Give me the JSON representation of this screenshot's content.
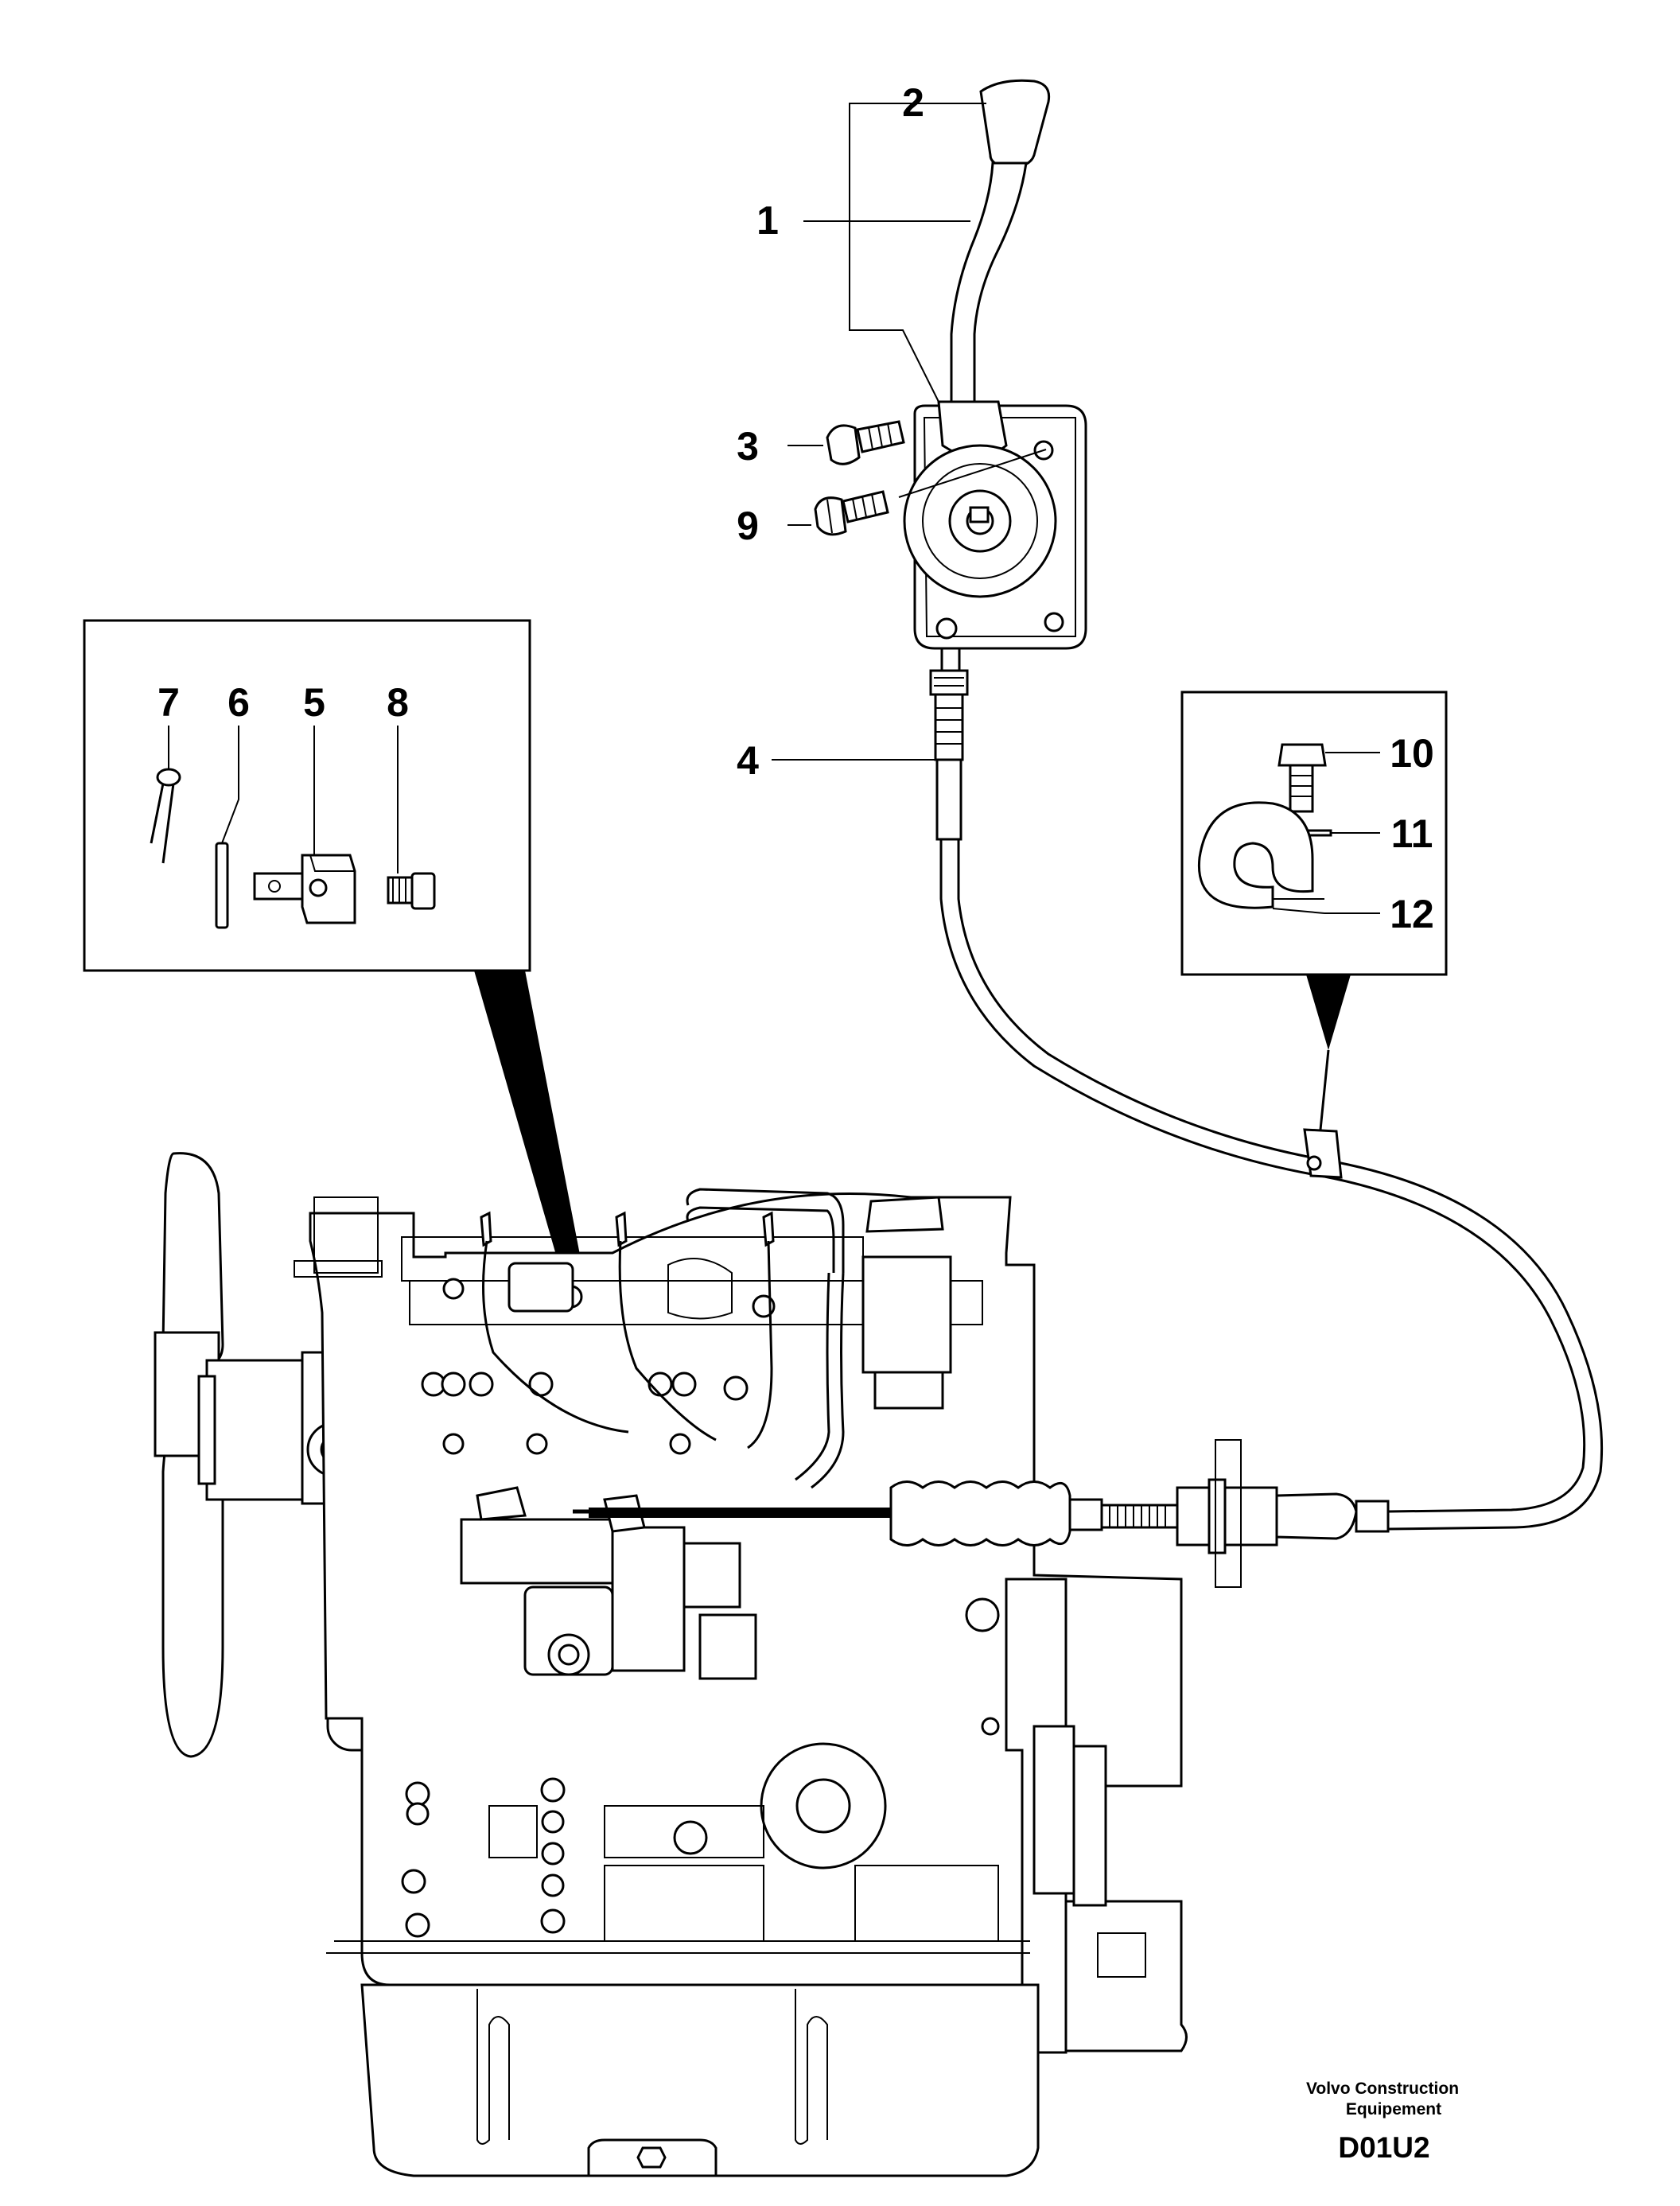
{
  "callouts": {
    "c1": "1",
    "c2": "2",
    "c3": "3",
    "c4": "4",
    "c5": "5",
    "c6": "6",
    "c7": "7",
    "c8": "8",
    "c9": "9",
    "c10": "10",
    "c11": "11",
    "c12": "12"
  },
  "footer": {
    "manufacturer_line1": "Volvo Construction",
    "manufacturer_line2": "Equipement",
    "drawing_code": "D01U2"
  }
}
